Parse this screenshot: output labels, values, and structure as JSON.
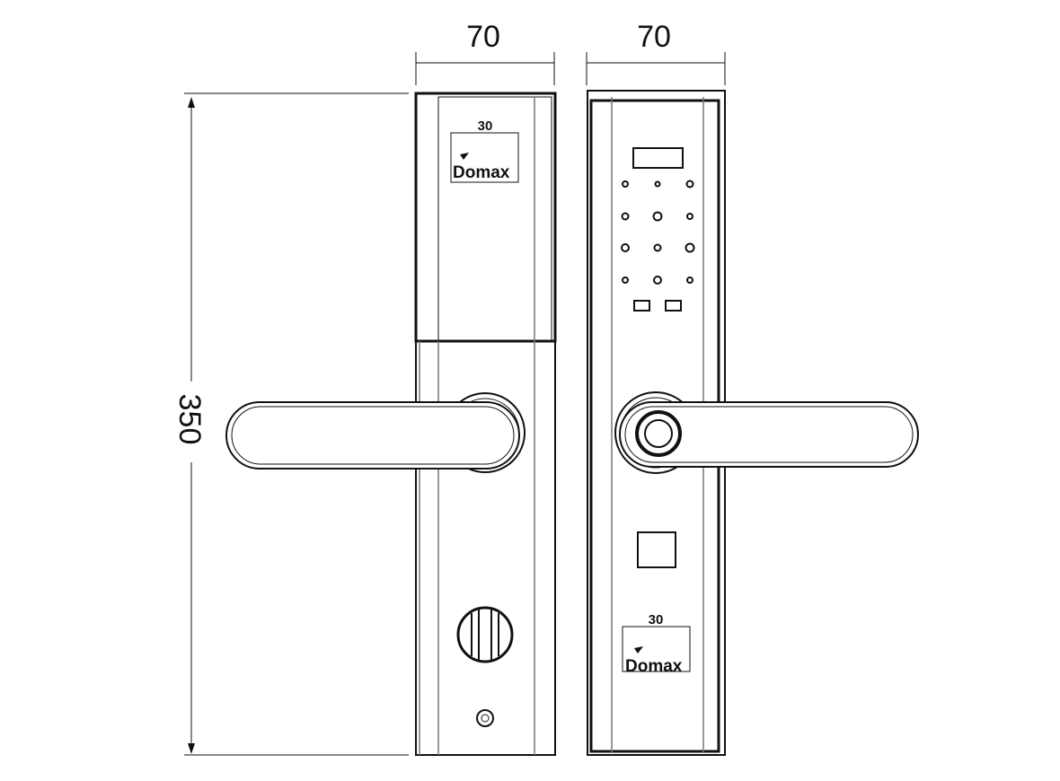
{
  "dimensions": {
    "left_width": "70",
    "right_width": "70",
    "height": "350",
    "logo_width_left": "30",
    "logo_width_right": "30"
  },
  "logo": {
    "text": "Domax"
  },
  "colors": {
    "line": "#111111",
    "background": "#ffffff"
  }
}
